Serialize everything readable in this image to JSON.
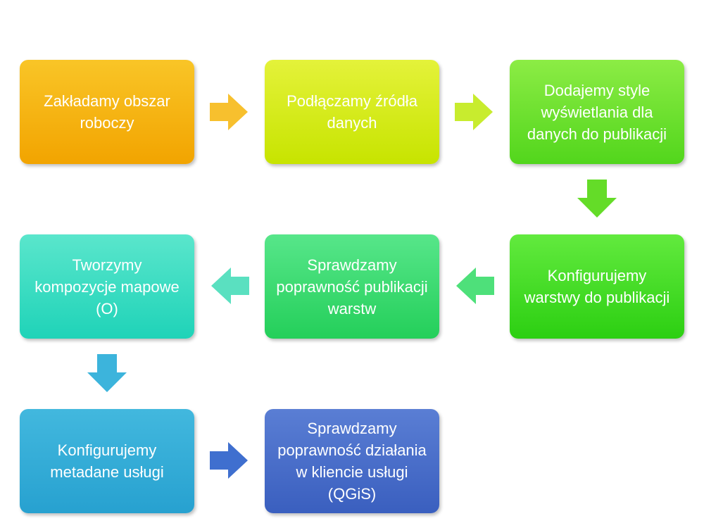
{
  "steps": [
    {
      "text": "Zakładamy obszar roboczy"
    },
    {
      "text": "Podłączamy źródła danych"
    },
    {
      "text": "Dodajemy style wyświetlania dla danych do publikacji"
    },
    {
      "text": "Konfigurujemy warstwy do publikacji"
    },
    {
      "text": "Sprawdzamy poprawność publikacji warstw"
    },
    {
      "text": "Tworzymy kompozycje mapowe (O)"
    },
    {
      "text": "Konfigurujemy metadane usługi"
    },
    {
      "text": "Sprawdzamy poprawność działania w kliencie usługi (QGiS)"
    }
  ],
  "colors": {
    "step1": [
      "#f9c527",
      "#f2a400"
    ],
    "step2": [
      "#e4f23a",
      "#c7e400"
    ],
    "step3": [
      "#8cec45",
      "#52d61c"
    ],
    "step4": [
      "#62ea3e",
      "#2ccf12"
    ],
    "step5": [
      "#57e68a",
      "#24cf5a"
    ],
    "step6": [
      "#5ae6cc",
      "#1fd3b8"
    ],
    "step7": [
      "#42b8de",
      "#27a1d0"
    ],
    "step8": [
      "#5a7ed4",
      "#3a5fbf"
    ],
    "arrow1": "#f7c02e",
    "arrow2": "#c8ec2e",
    "arrow3": "#64dc28",
    "arrow4": "#4ee07a",
    "arrow5": "#5ae0c0",
    "arrow6": "#3cb4dc",
    "arrow7": "#3f6fcf"
  }
}
